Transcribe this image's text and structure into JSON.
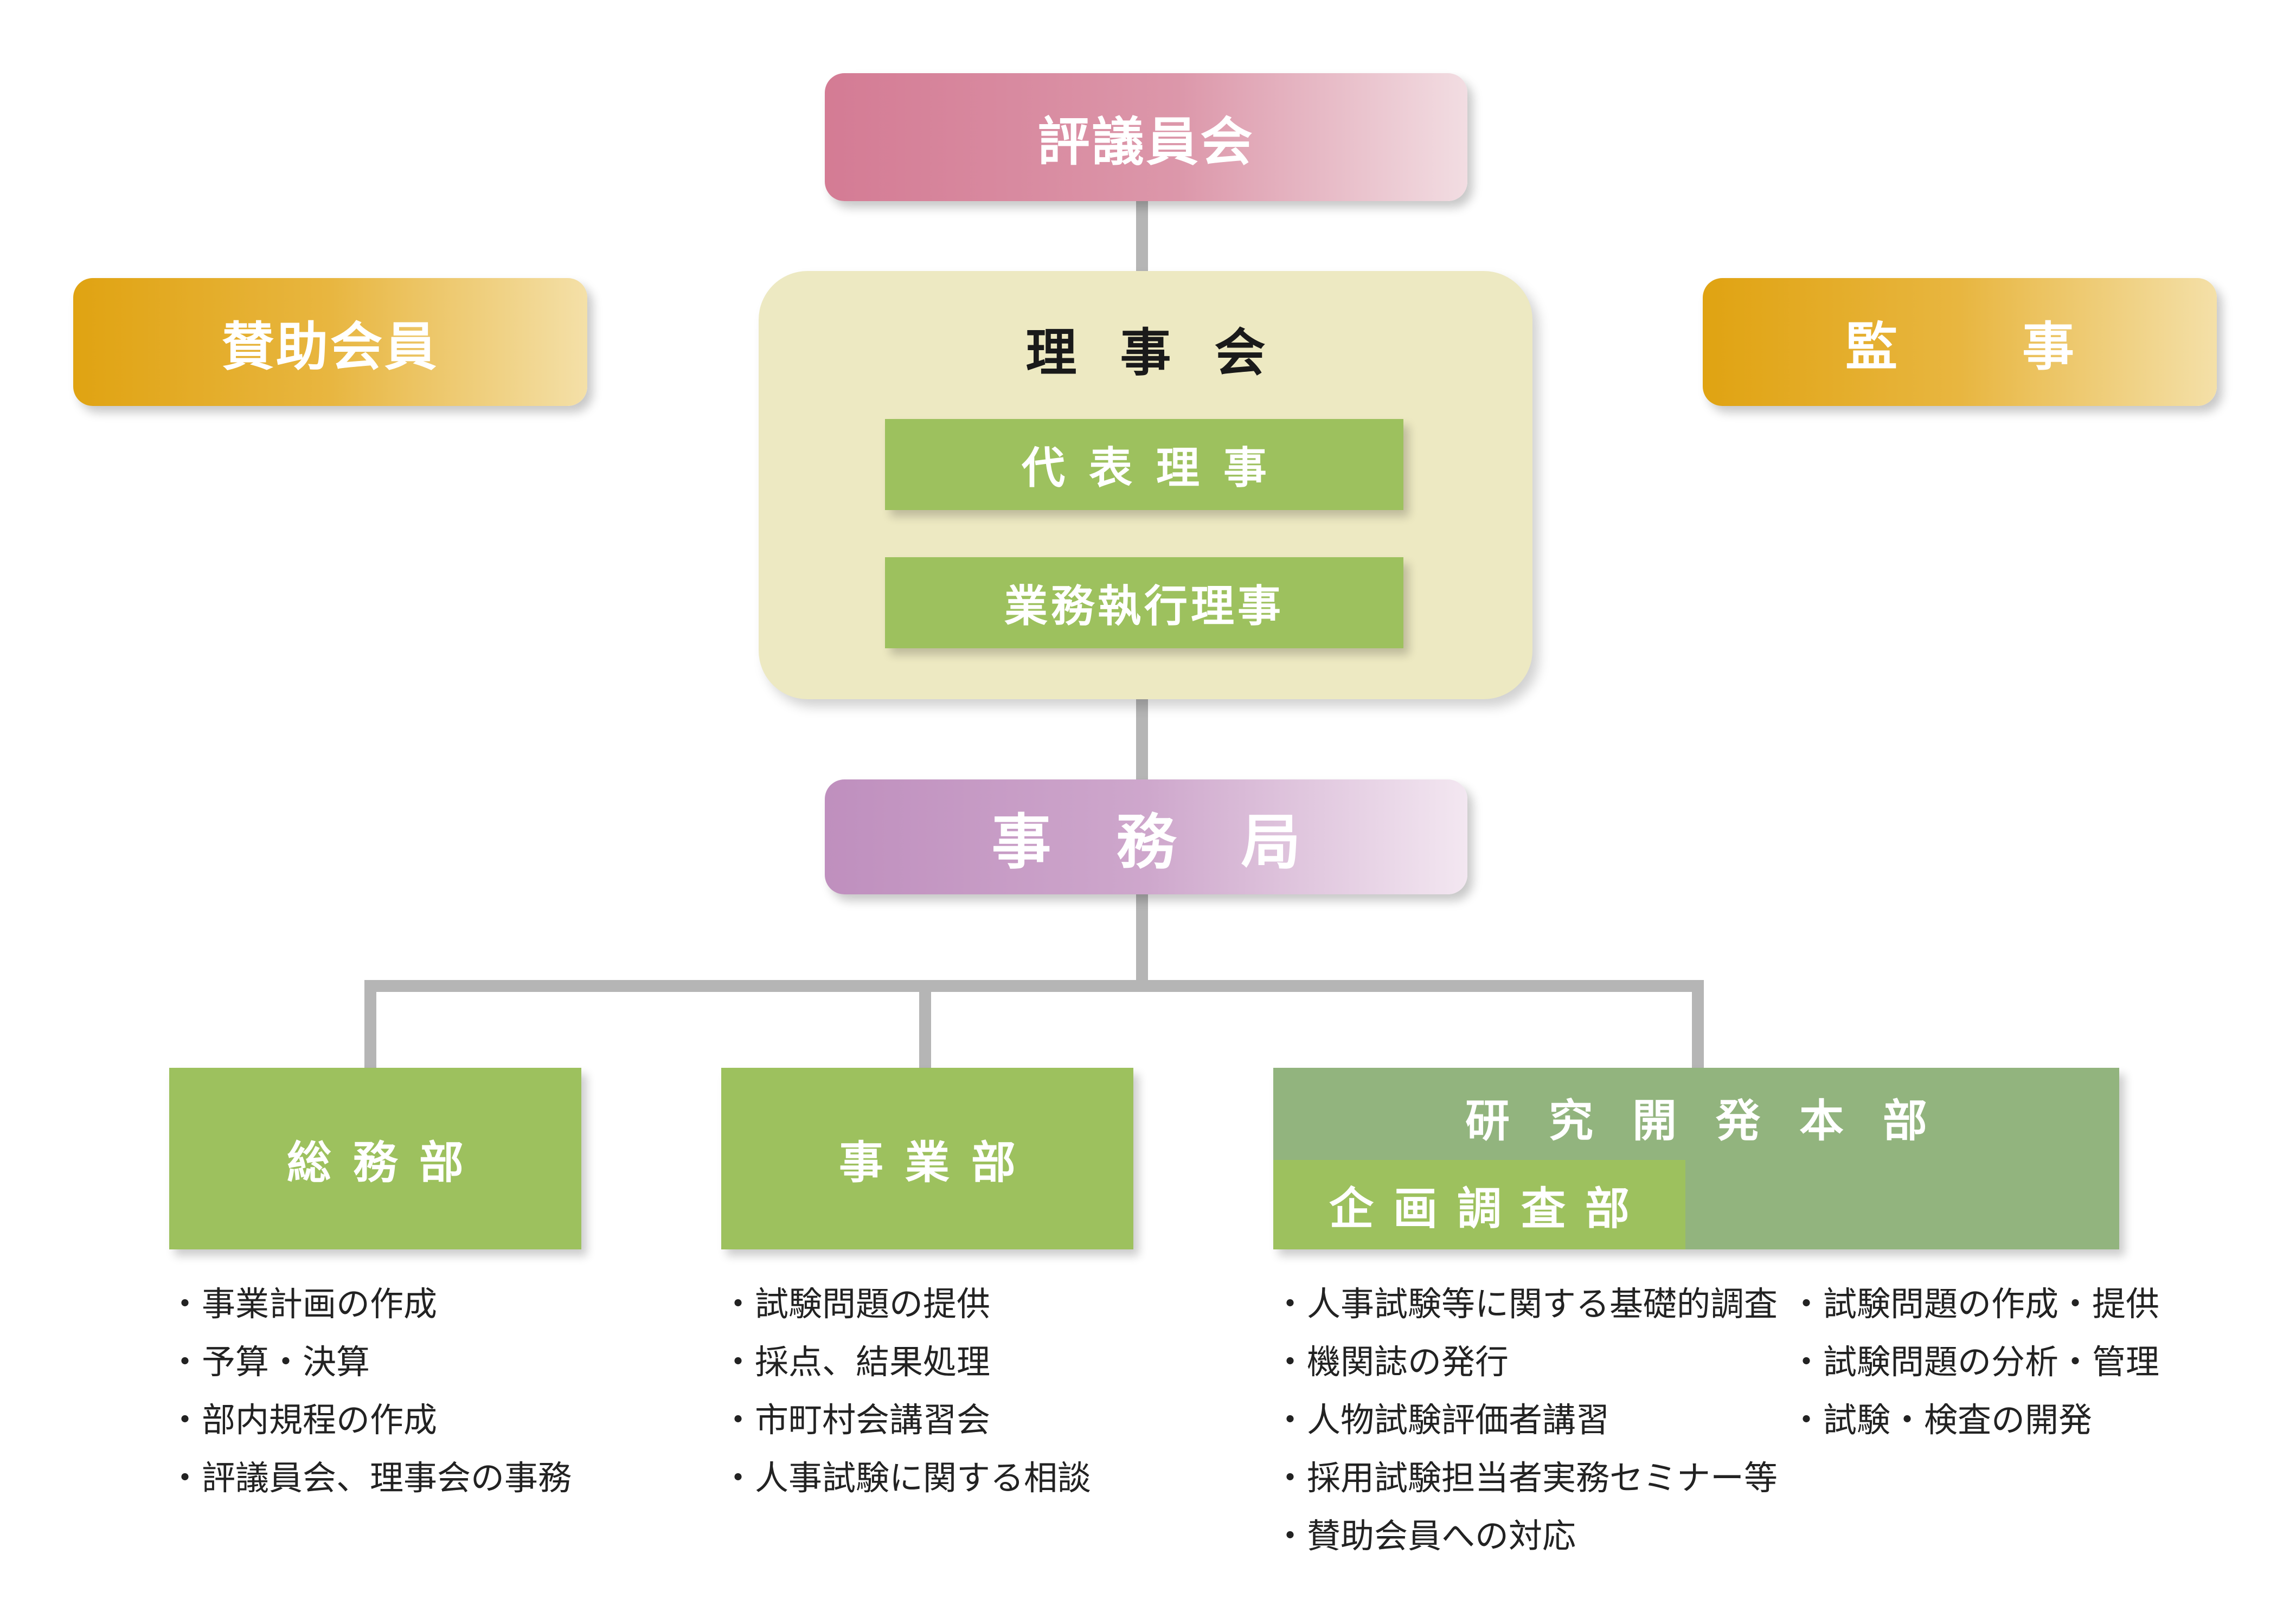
{
  "council": {
    "label": "評議員会"
  },
  "supporting_members": {
    "label": "賛助会員"
  },
  "auditor": {
    "label": "監事"
  },
  "board": {
    "label": "理事会",
    "representative_director": "代表理事",
    "executive_director": "業務執行理事"
  },
  "secretariat": {
    "label": "事務局"
  },
  "departments": {
    "general_affairs": {
      "label": "総務部",
      "duties": [
        "事業計画の作成",
        "予算・決算",
        "部内規程の作成",
        "評議員会、理事会の事務"
      ]
    },
    "business": {
      "label": "事業部",
      "duties": [
        "試験問題の提供",
        "採点、結果処理",
        "市町村会講習会",
        "人事試験に関する相談"
      ]
    },
    "research": {
      "label": "研究開発本部",
      "sub_label": "企画調査部",
      "duties_left": [
        "人事試験等に関する基礎的調査",
        "機関誌の発行",
        "人物試験評価者講習",
        "採用試験担当者実務セミナー等",
        "賛助会員への対応"
      ],
      "duties_right": [
        "試験問題の作成・提供",
        "試験問題の分析・管理",
        "試験・検査の開発"
      ]
    }
  },
  "colors": {
    "council": "#d47b94",
    "supporting": "#e0a312",
    "board_bg": "#ede9c2",
    "green": "#9dc15e",
    "research_bg": "#92b47e",
    "secretariat": "#bf8fbe",
    "connector": "#b5b5b5"
  }
}
